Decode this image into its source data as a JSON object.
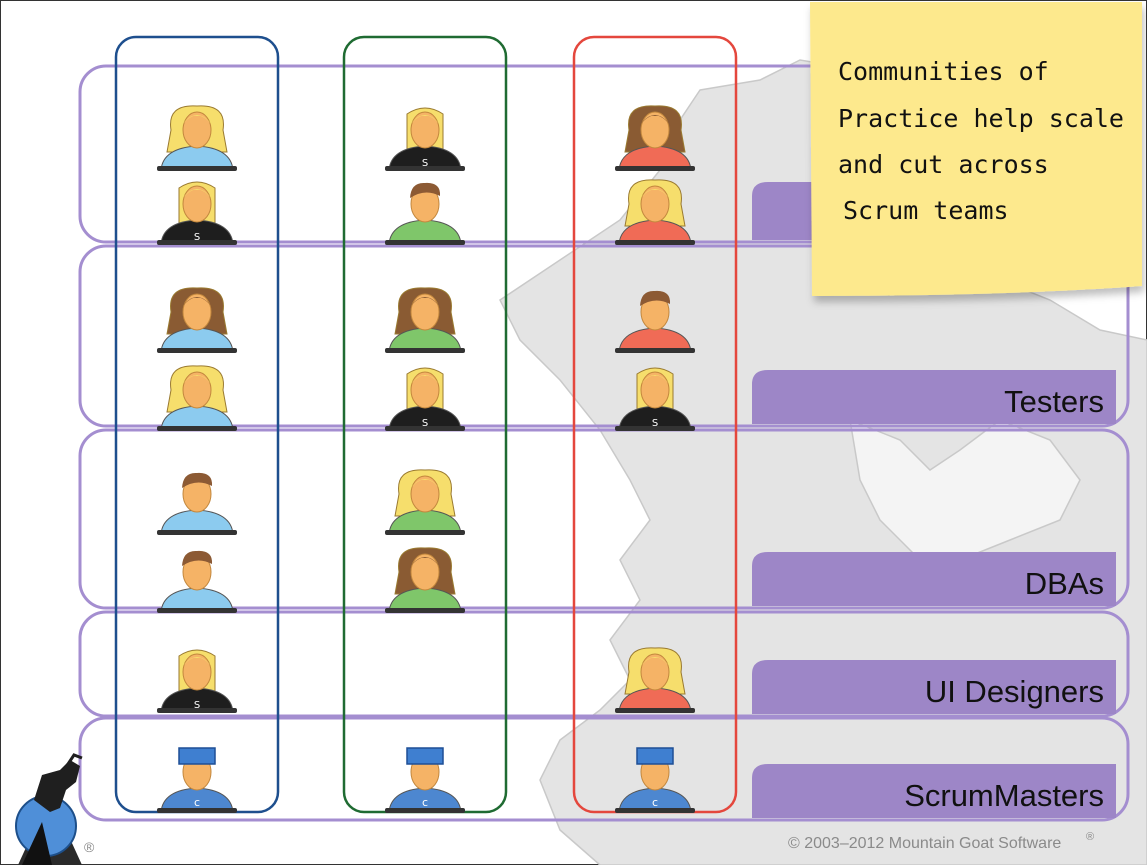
{
  "note": {
    "lines": [
      "Communities of",
      "Practice help scale",
      "and cut across",
      "Scrum teams"
    ],
    "color": "#fde98d"
  },
  "communities": [
    {
      "label": ""
    },
    {
      "label": "Testers"
    },
    {
      "label": "DBAs"
    },
    {
      "label": "UI Designers"
    },
    {
      "label": "ScrumMasters"
    }
  ],
  "teams": [
    {
      "border_color": "#1e4f8e",
      "shirt_color": "#8ccbef"
    },
    {
      "border_color": "#1f6b32",
      "shirt_color": "#7fc66a"
    },
    {
      "border_color": "#e4473d",
      "shirt_color": "#f06b56"
    }
  ],
  "people": [
    {
      "team": 0,
      "community": 0,
      "type": "blonde-woman"
    },
    {
      "team": 0,
      "community": 0,
      "type": "blonde-black"
    },
    {
      "team": 1,
      "community": 0,
      "type": "blonde-black"
    },
    {
      "team": 1,
      "community": 0,
      "type": "man"
    },
    {
      "team": 2,
      "community": 0,
      "type": "brunette-woman"
    },
    {
      "team": 2,
      "community": 0,
      "type": "blonde-woman"
    },
    {
      "team": 0,
      "community": 1,
      "type": "brunette-woman"
    },
    {
      "team": 0,
      "community": 1,
      "type": "blonde-woman"
    },
    {
      "team": 1,
      "community": 1,
      "type": "brunette-woman"
    },
    {
      "team": 1,
      "community": 1,
      "type": "blonde-black"
    },
    {
      "team": 2,
      "community": 1,
      "type": "man"
    },
    {
      "team": 2,
      "community": 1,
      "type": "blonde-black"
    },
    {
      "team": 0,
      "community": 2,
      "type": "man"
    },
    {
      "team": 0,
      "community": 2,
      "type": "man"
    },
    {
      "team": 1,
      "community": 2,
      "type": "blonde-woman"
    },
    {
      "team": 1,
      "community": 2,
      "type": "brunette-woman"
    },
    {
      "team": 0,
      "community": 3,
      "type": "blonde-black"
    },
    {
      "team": 2,
      "community": 3,
      "type": "blonde-woman"
    },
    {
      "team": 0,
      "community": 4,
      "type": "scrummaster"
    },
    {
      "team": 1,
      "community": 4,
      "type": "scrummaster"
    },
    {
      "team": 2,
      "community": 4,
      "type": "scrummaster"
    }
  ],
  "footer": {
    "copyright": "© 2003–2012 Mountain Goat Software",
    "registered": "®"
  },
  "logo": {
    "registered": "®"
  },
  "colors": {
    "community_border": "#a48ed0",
    "tab_fill": "#9d86c7",
    "map_fill": "#e6e6e6",
    "skin": "#f5b366",
    "hair_blonde": "#f6de6c",
    "hair_brunette": "#8a5b33",
    "hair_man": "#8c5a34",
    "cap": "#3f7fd0"
  }
}
